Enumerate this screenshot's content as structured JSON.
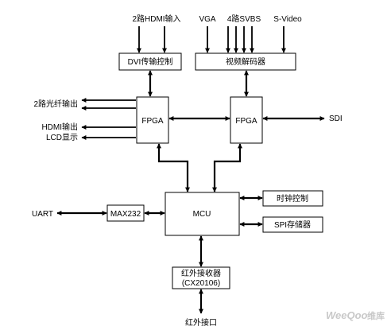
{
  "blocks": {
    "dvi": "DVI传输控制",
    "video_decoder": "视频解码器",
    "fpga_left": "FPGA",
    "fpga_right": "FPGA",
    "mcu": "MCU",
    "max232": "MAX232",
    "clock": "时钟控制",
    "spi": "SPI存储器",
    "ir_receiver_line1": "红外接收器",
    "ir_receiver_line2": "(CX20106)"
  },
  "signals": {
    "hdmi_in": "2路HDMI输入",
    "vga": "VGA",
    "svbs": "4路SVBS",
    "svideo": "S-Video",
    "fiber_out": "2路光纤输出",
    "hdmi_out": "HDMI输出",
    "lcd": "LCD显示",
    "sdi": "SDI",
    "uart": "UART",
    "ir_port": "红外接口"
  },
  "watermark": {
    "brand": "WeeQoo",
    "suffix": "维库"
  }
}
